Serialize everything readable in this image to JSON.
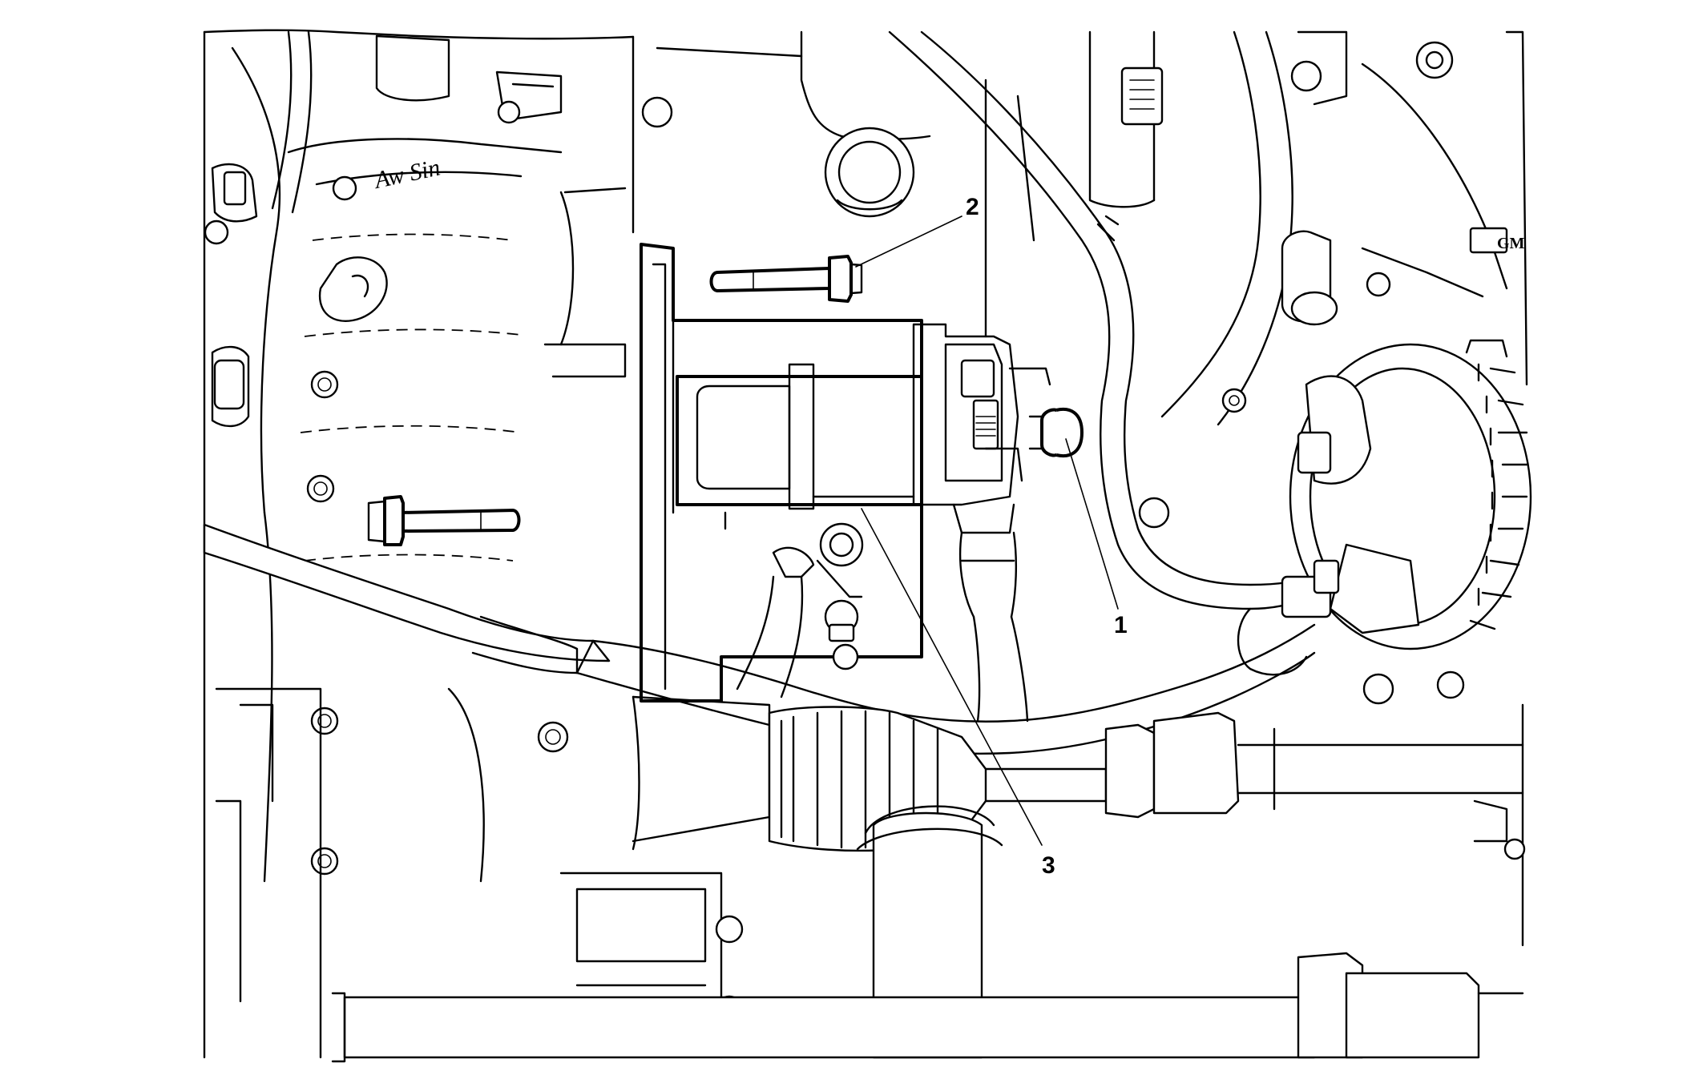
{
  "callouts": [
    {
      "id": "1",
      "label": "1"
    },
    {
      "id": "2",
      "label": "2"
    },
    {
      "id": "3",
      "label": "3"
    }
  ],
  "embossed_text": {
    "housing_mark": "Aw Sin",
    "logo_mark": "GM"
  },
  "colors": {
    "line": "#000000",
    "background": "#ffffff"
  }
}
